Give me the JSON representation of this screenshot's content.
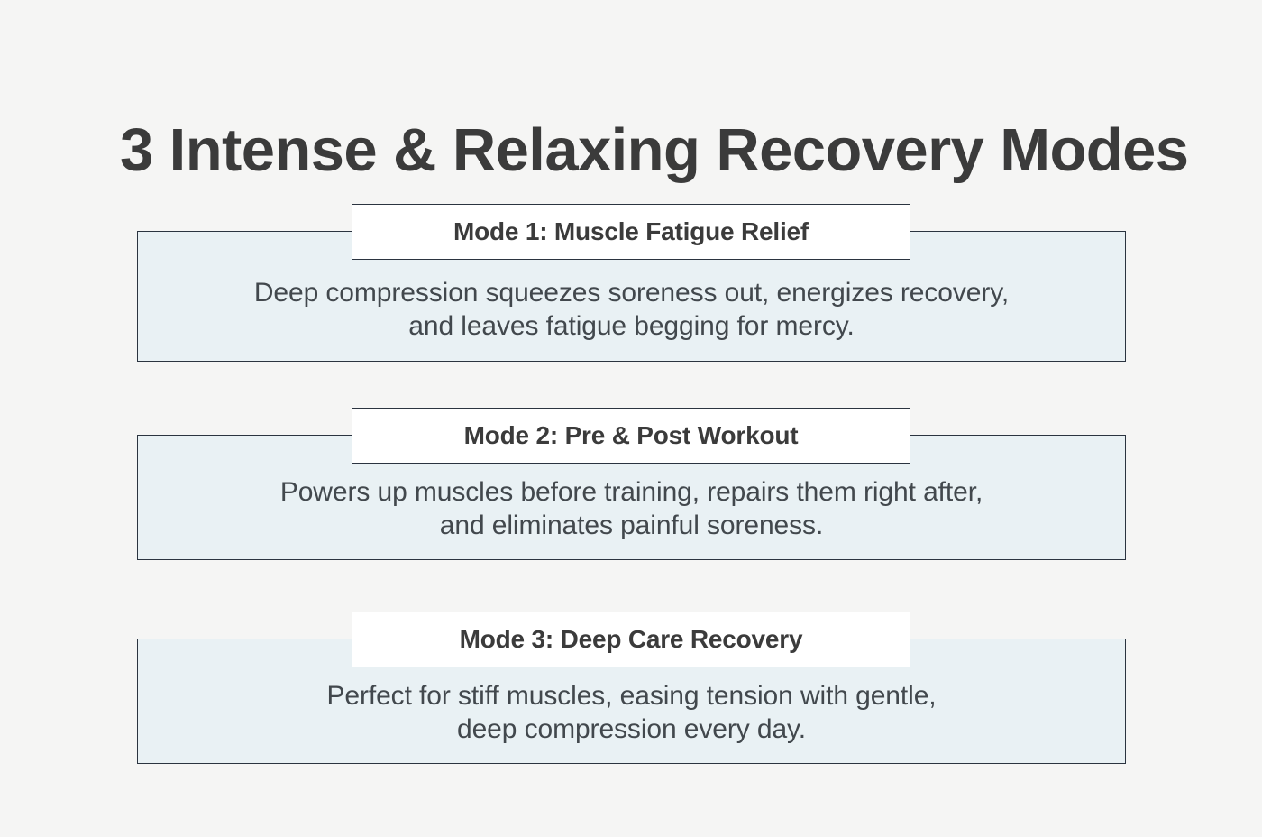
{
  "page": {
    "title": "3 Intense & Relaxing Recovery Modes",
    "background_color": "#f5f5f4",
    "title_color": "#3b3b3b",
    "card_fill_color": "#e9f1f4",
    "card_border_color": "#2b3440",
    "header_fill_color": "#ffffff",
    "body_text_color": "#42484d"
  },
  "modes": [
    {
      "header": "Mode 1: Muscle Fatigue Relief",
      "body_line_1": "Deep compression squeezes soreness out, energizes recovery,",
      "body_line_2": "and leaves fatigue begging for mercy."
    },
    {
      "header": "Mode 2: Pre & Post Workout",
      "body_line_1": "Powers up muscles before training, repairs them right after,",
      "body_line_2": "and eliminates painful soreness."
    },
    {
      "header": "Mode 3: Deep Care Recovery",
      "body_line_1": "Perfect for stiff muscles, easing tension with gentle,",
      "body_line_2": "deep compression every day."
    }
  ]
}
